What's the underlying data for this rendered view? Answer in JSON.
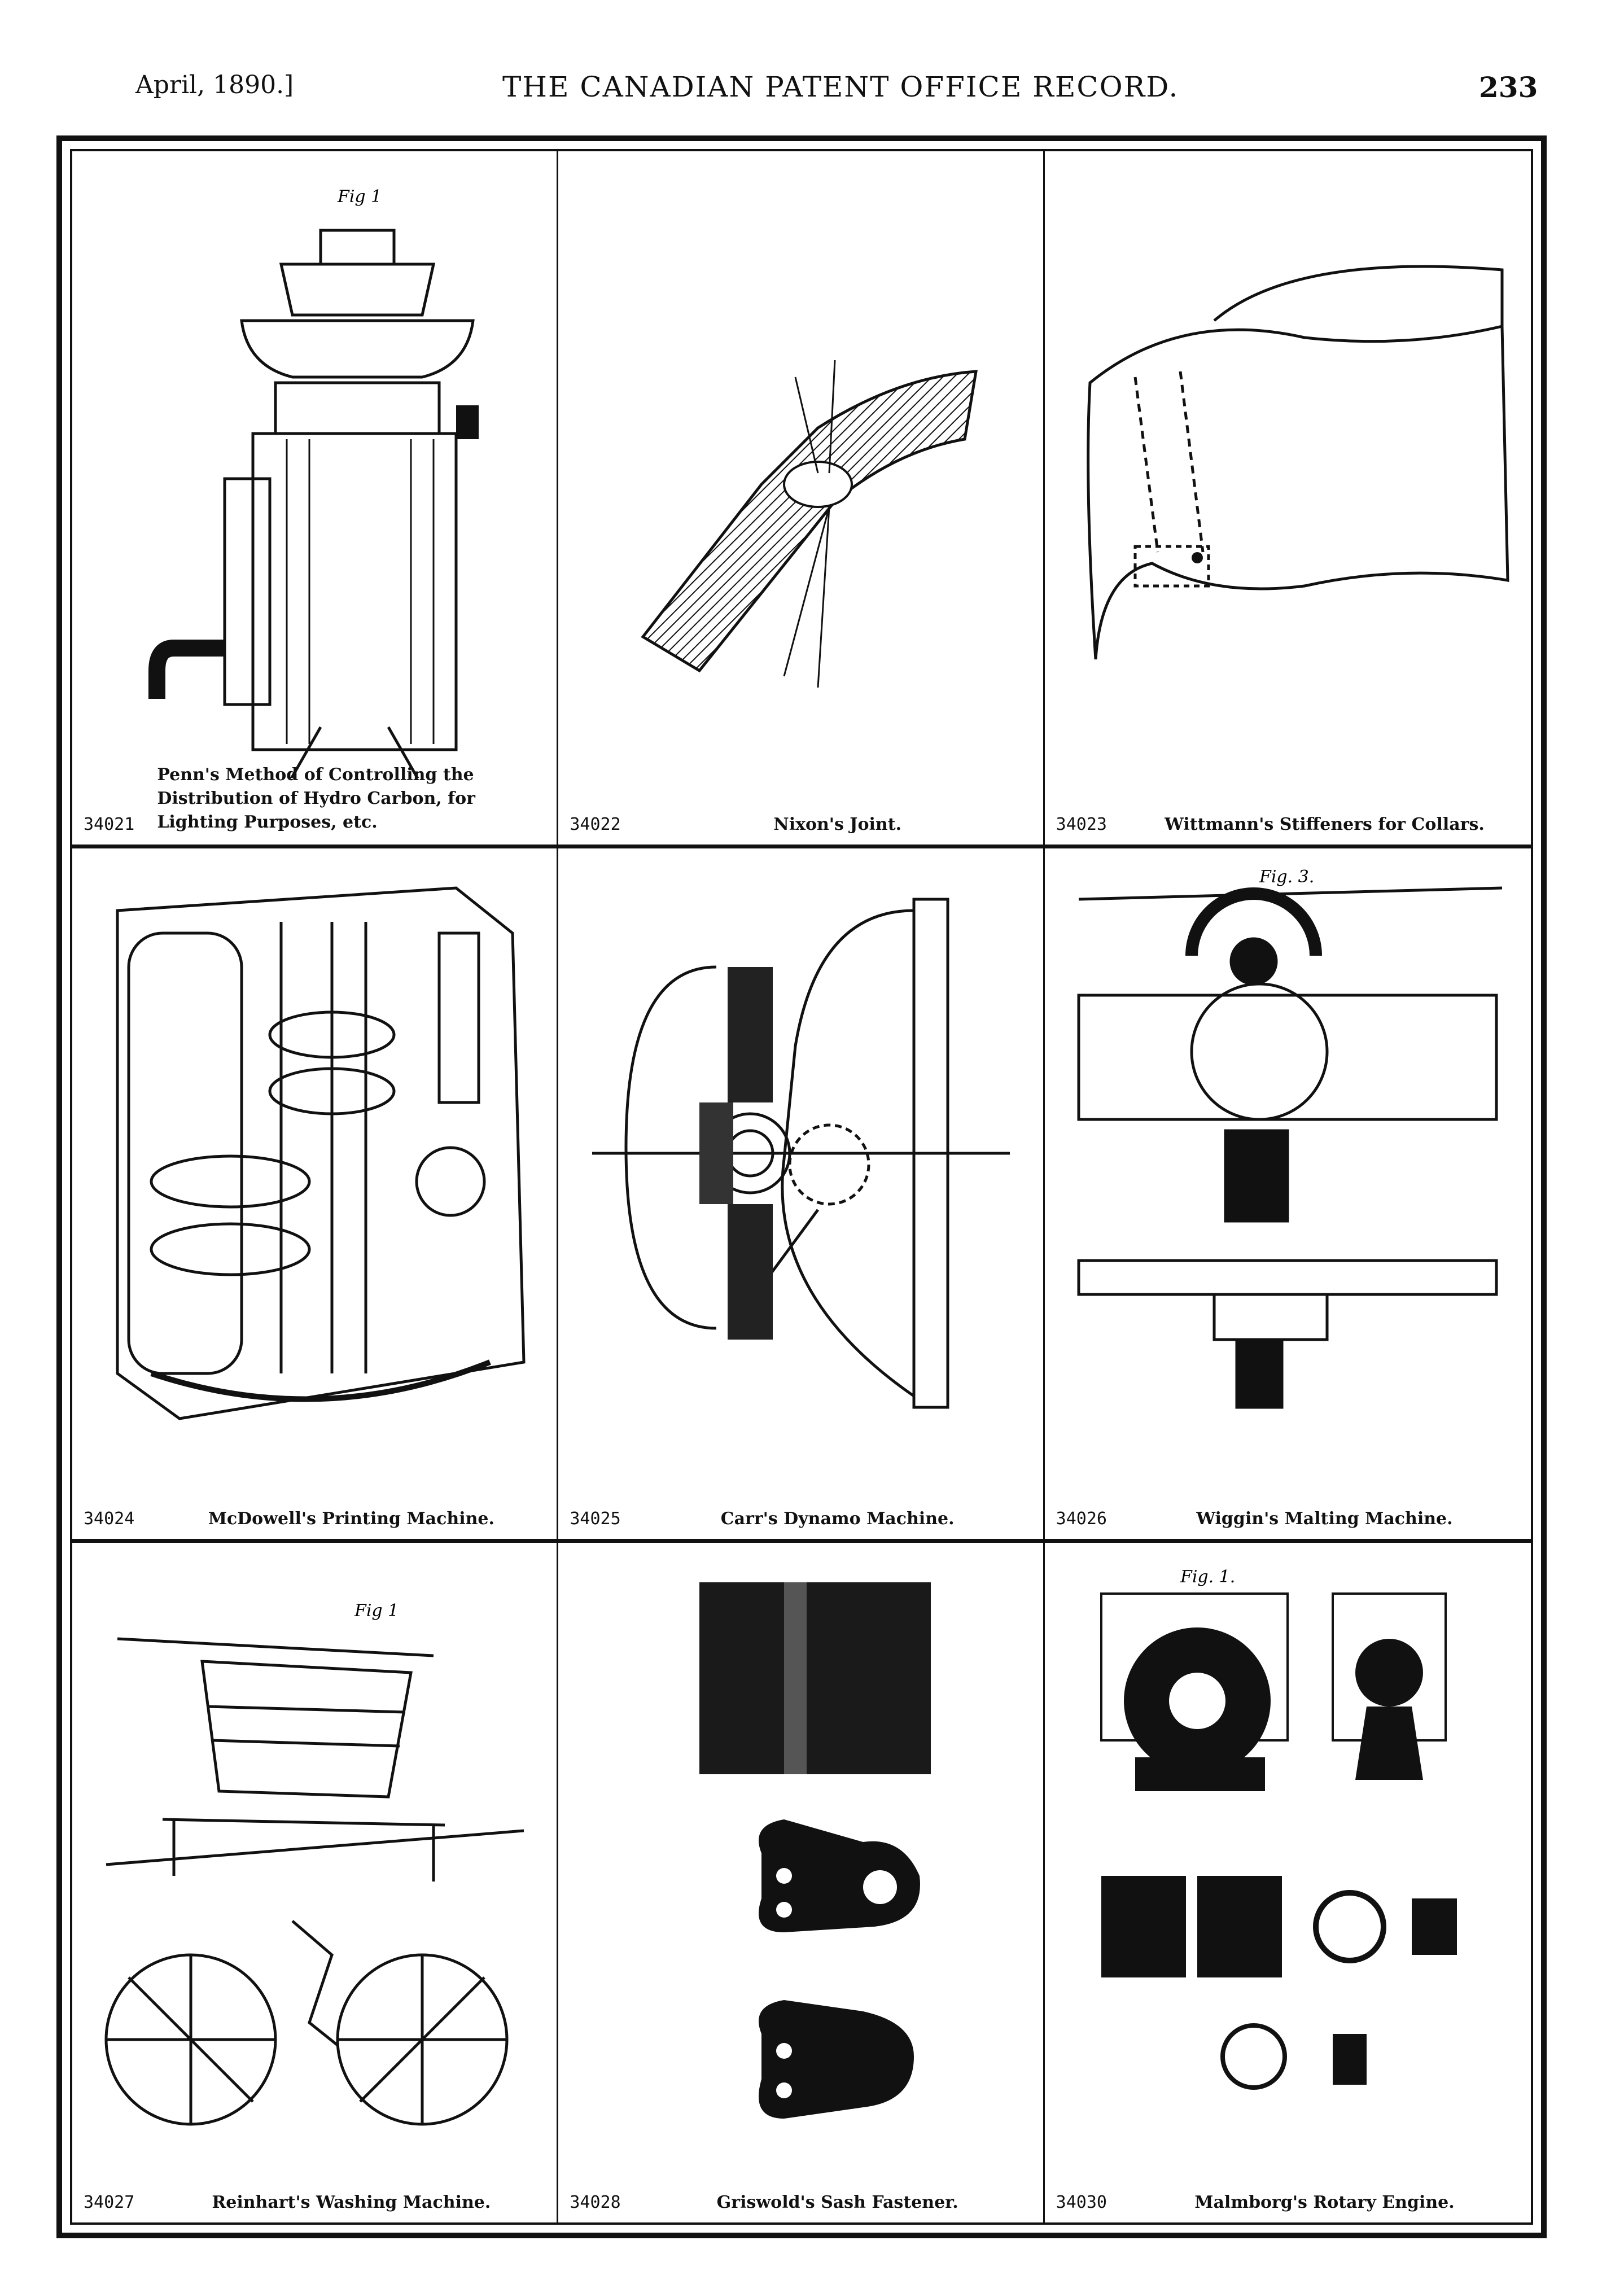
{
  "header": {
    "date": "April, 1890.]",
    "title": "THE CANADIAN PATENT OFFICE RECORD.",
    "page": "233"
  },
  "patents": [
    {
      "number": "34021",
      "title": "Penn's Method of Controlling the Distribution of Hydro Carbon, for Lighting Purposes, etc.",
      "fig": "Fig 1"
    },
    {
      "number": "34022",
      "title": "Nixon's Joint.",
      "fig": ""
    },
    {
      "number": "34023",
      "title": "Wittmann's Stiffeners for Collars.",
      "fig": ""
    },
    {
      "number": "34024",
      "title": "McDowell's Printing Machine.",
      "fig": ""
    },
    {
      "number": "34025",
      "title": "Carr's Dynamo Machine.",
      "fig": ""
    },
    {
      "number": "34026",
      "title": "Wiggin's Malting Machine.",
      "fig": "Fig. 3."
    },
    {
      "number": "34027",
      "title": "Reinhart's Washing Machine.",
      "fig": "Fig 1"
    },
    {
      "number": "34028",
      "title": "Griswold's Sash Fastener.",
      "fig": ""
    },
    {
      "number": "34030",
      "title": "Malmborg's Rotary Engine.",
      "fig": "Fig. 1."
    }
  ]
}
